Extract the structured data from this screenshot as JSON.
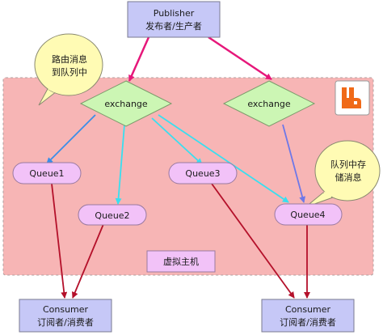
{
  "publisher": {
    "line1": "Publisher",
    "line2": "发布者/生产者"
  },
  "callouts": {
    "routing": {
      "line1": "路由消息",
      "line2": "到队列中"
    },
    "storing": {
      "line1": "队列中存",
      "line2": "储消息"
    }
  },
  "exchanges": [
    {
      "label": "exchange"
    },
    {
      "label": "exchange"
    }
  ],
  "queues": [
    {
      "label": "Queue1"
    },
    {
      "label": "Queue2"
    },
    {
      "label": "Queue3"
    },
    {
      "label": "Queue4"
    }
  ],
  "vhost_label": "虚拟主机",
  "consumers": [
    {
      "line1": "Consumer",
      "line2": "订阅者/消费者"
    },
    {
      "line1": "Consumer",
      "line2": "订阅者/消费者"
    }
  ],
  "logo_icon": "rabbitmq-logo-icon",
  "colors": {
    "vhost_fill": "#f7b5b5",
    "vhost_border": "#b0a0a0",
    "publisher_fill": "#c6c8f7",
    "exchange_fill": "#ccf6b4",
    "queue_fill": "#f2c2f8",
    "vhost_label_fill": "#f2c2f8",
    "consumer_fill": "#c6c8f7",
    "callout_fill": "#fffbb4",
    "arrow_publish": "#e6177a",
    "arrow_blue": "#3a8ee8",
    "arrow_cyan": "#38dff0",
    "arrow_lavender": "#6e78e8",
    "arrow_consume": "#b4102a",
    "logo": "#f06a18"
  }
}
